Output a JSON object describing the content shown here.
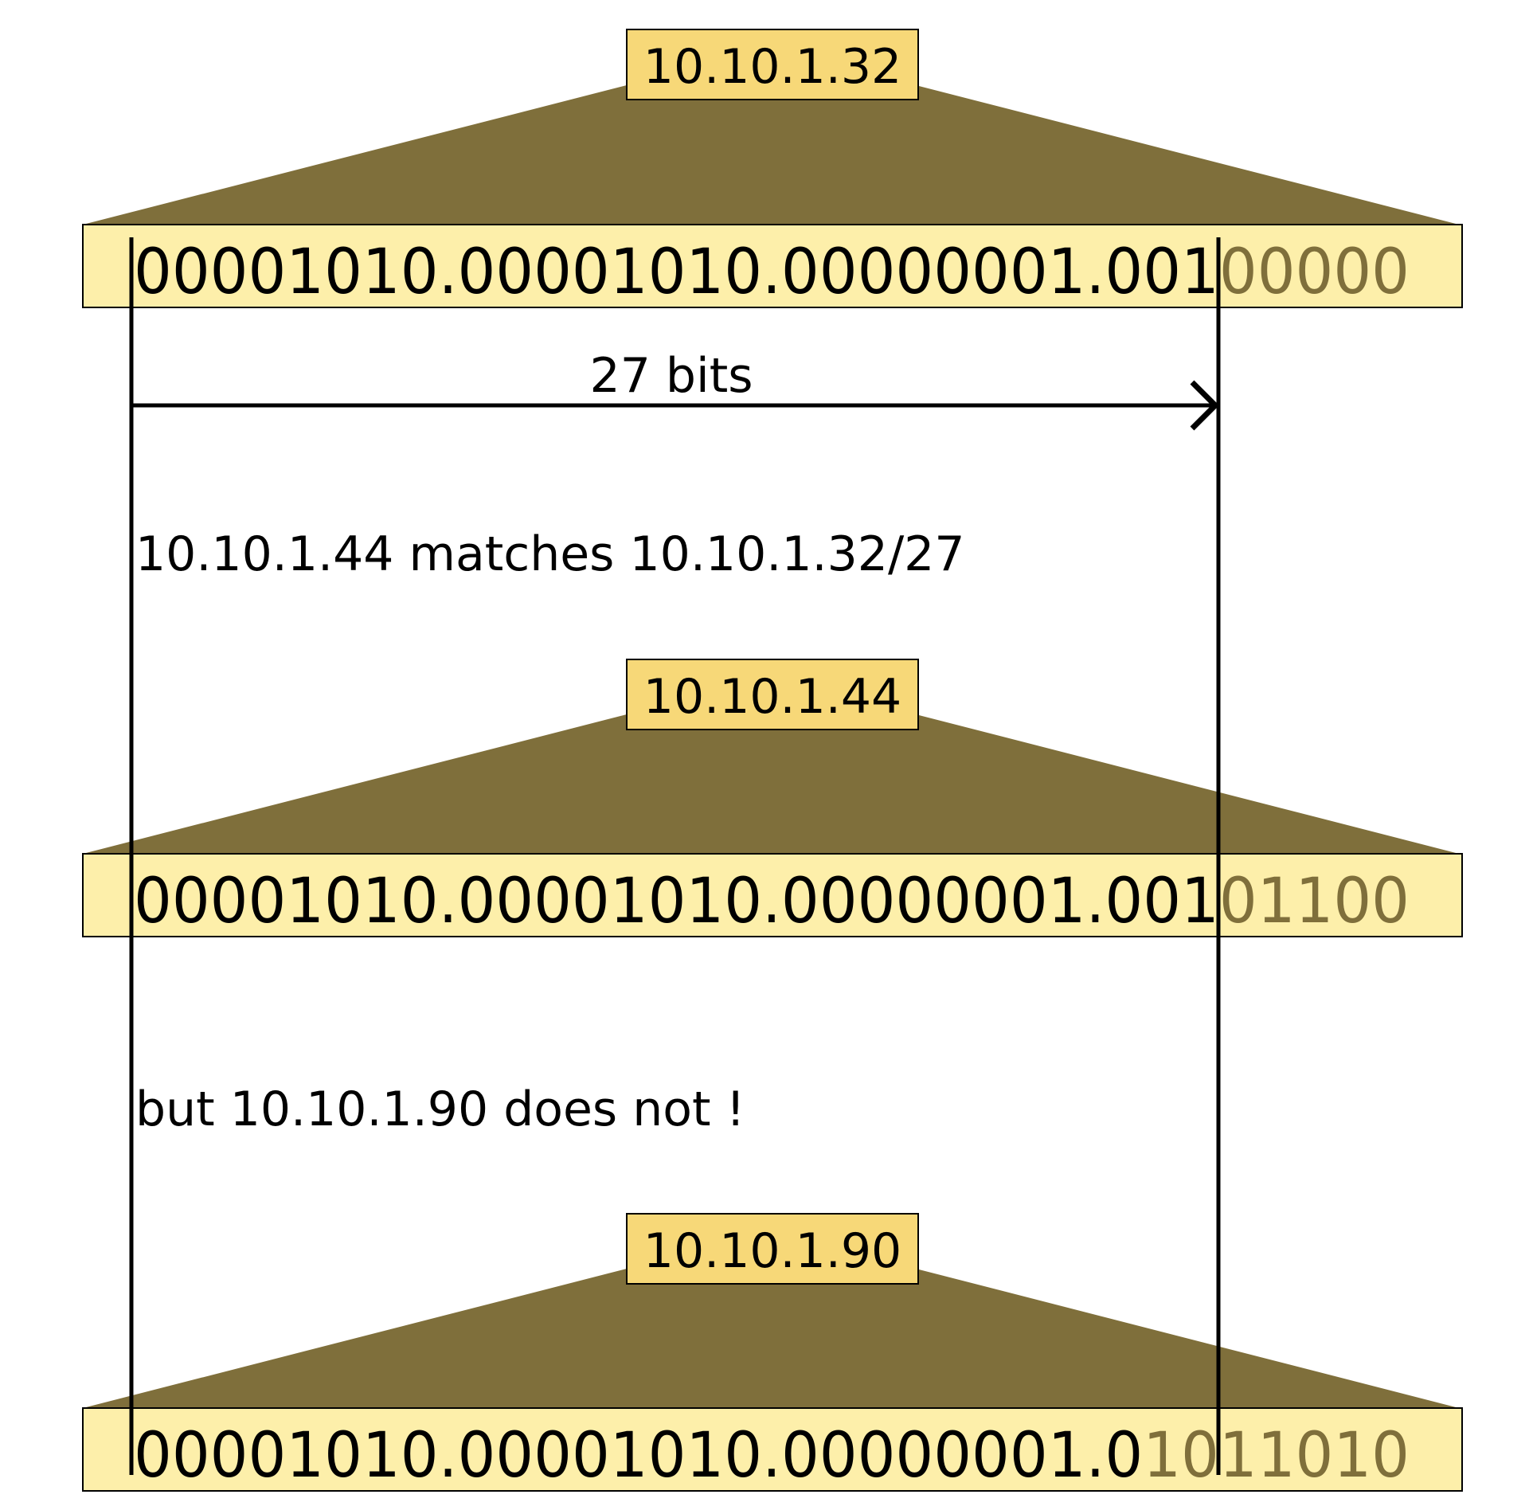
{
  "colors": {
    "trapezoid_fill": "#7f6f3b",
    "label_box_fill": "#f7d878",
    "bits_box_fill": "#fdefaa",
    "host_bits_color": "#7f6f3b",
    "network_bits_color": "#000000",
    "line_color": "#000000"
  },
  "blocks": [
    {
      "address": "10.10.1.32",
      "bits_network": "00001010.00001010.00000001.001",
      "bits_host": "00000"
    },
    {
      "address": "10.10.1.44",
      "bits_network": "00001010.00001010.00000001.001",
      "bits_host": "01100"
    },
    {
      "address": "10.10.1.90",
      "bits_network": "00001010.00001010.00000001.0",
      "bits_host": "1011010"
    }
  ],
  "prefix_arrow": {
    "label": "27 bits"
  },
  "captions": {
    "match": "10.10.1.44 matches 10.10.1.32/27",
    "no_match": "but 10.10.1.90 does not !"
  }
}
